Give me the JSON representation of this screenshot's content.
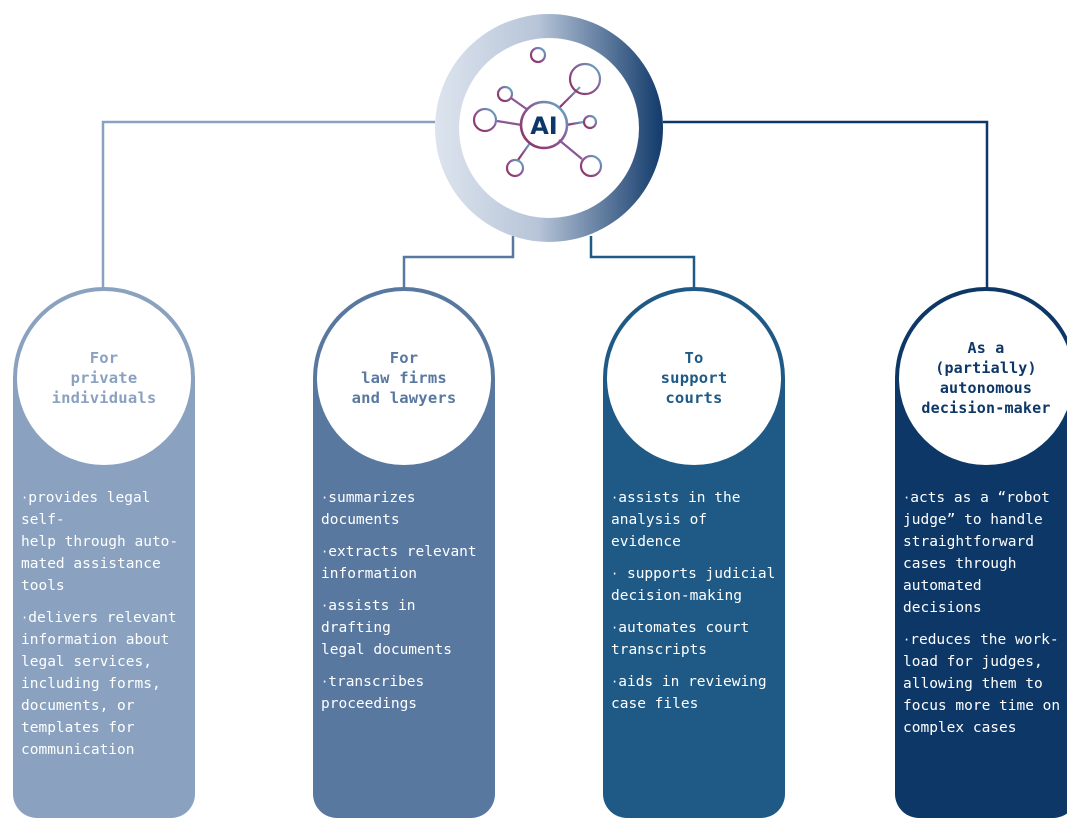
{
  "hub": {
    "label": "AI"
  },
  "colors": {
    "col1": "#8aa2bf",
    "col2": "#5978a0",
    "col3": "#1f5a86",
    "col4": "#0d3766",
    "hub_accent_purple": "#8e3f7a",
    "hub_accent_teal": "#5bb5c7",
    "hub_ring_light": "#c6d1e0",
    "hub_ring_dark": "#123a6b"
  },
  "columns": [
    {
      "title": "For\nprivate\nindividuals",
      "items": [
        "provides legal self-\nhelp through auto-\nmated assistance\ntools",
        "delivers relevant\ninformation about\nlegal services,\nincluding forms,\ndocuments, or\ntemplates for\ncommunication"
      ]
    },
    {
      "title": "For\nlaw firms\nand lawyers",
      "items": [
        "summarizes\ndocuments",
        "extracts relevant\ninformation",
        "assists in drafting\nlegal documents",
        "transcribes\nproceedings"
      ]
    },
    {
      "title": "To\nsupport\ncourts",
      "items": [
        "assists in the\nanalysis of\nevidence",
        " supports judicial\ndecision-making",
        "automates court\ntranscripts",
        "aids in reviewing\ncase files"
      ]
    },
    {
      "title": "As a\n(partially)\nautonomous\ndecision-maker",
      "items": [
        "acts as a “robot\njudge” to handle\nstraightforward\ncases through\nautomated\ndecisions",
        "reduces the work-\nload for judges,\nallowing them to\nfocus more time on\ncomplex cases"
      ]
    }
  ]
}
